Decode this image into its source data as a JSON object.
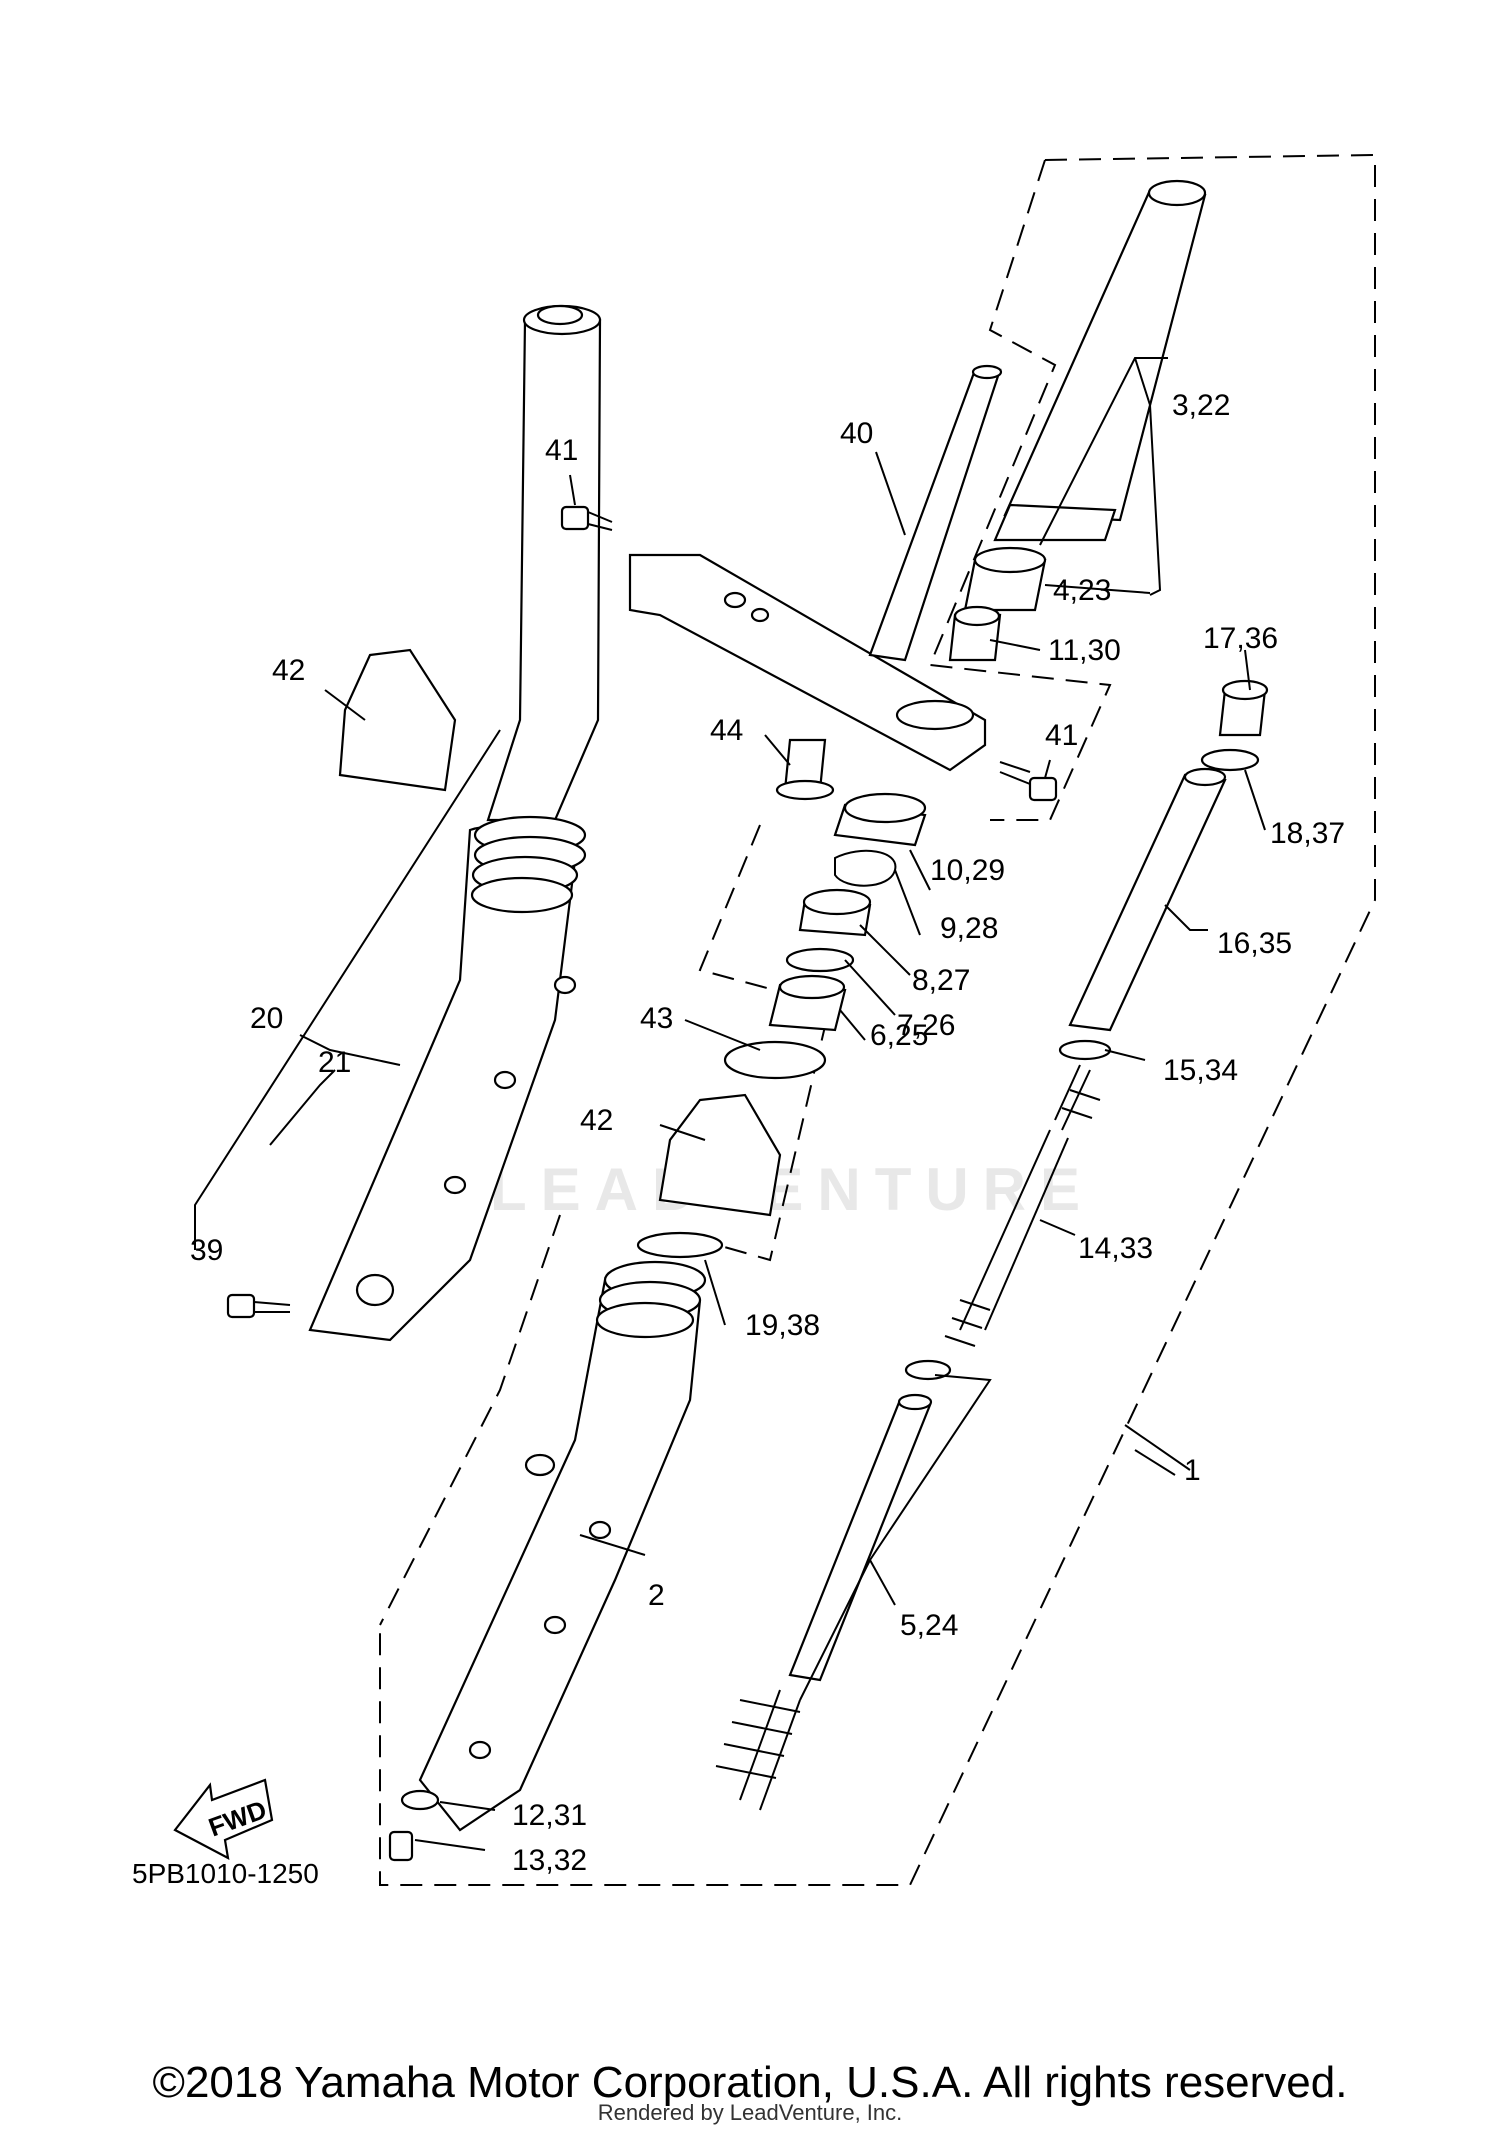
{
  "diagram": {
    "diagram_code": "5PB1010-1250",
    "watermark": "LEADVENTURE",
    "fwd_label": "FWD",
    "callouts": [
      {
        "id": "c1",
        "text": "1"
      },
      {
        "id": "c2",
        "text": "2"
      },
      {
        "id": "c3",
        "text": "3,22"
      },
      {
        "id": "c4",
        "text": "4,23"
      },
      {
        "id": "c5",
        "text": "5,24"
      },
      {
        "id": "c6",
        "text": "6,25"
      },
      {
        "id": "c7",
        "text": "7,26"
      },
      {
        "id": "c8",
        "text": "8,27"
      },
      {
        "id": "c9",
        "text": "9,28"
      },
      {
        "id": "c10",
        "text": "10,29"
      },
      {
        "id": "c11",
        "text": "11,30"
      },
      {
        "id": "c12",
        "text": "12,31"
      },
      {
        "id": "c13",
        "text": "13,32"
      },
      {
        "id": "c14",
        "text": "14,33"
      },
      {
        "id": "c15",
        "text": "15,34"
      },
      {
        "id": "c16",
        "text": "16,35"
      },
      {
        "id": "c17",
        "text": "17,36"
      },
      {
        "id": "c18",
        "text": "18,37"
      },
      {
        "id": "c19",
        "text": "19,38"
      },
      {
        "id": "c20",
        "text": "20"
      },
      {
        "id": "c21",
        "text": "21"
      },
      {
        "id": "c39",
        "text": "39"
      },
      {
        "id": "c40",
        "text": "40"
      },
      {
        "id": "c41a",
        "text": "41"
      },
      {
        "id": "c41b",
        "text": "41"
      },
      {
        "id": "c42a",
        "text": "42"
      },
      {
        "id": "c42b",
        "text": "42"
      },
      {
        "id": "c43",
        "text": "43"
      },
      {
        "id": "c44",
        "text": "44"
      }
    ]
  },
  "footer": {
    "copyright": "©2018 Yamaha Motor Corporation, U.S.A. All rights reserved.",
    "rendered_by": "Rendered by LeadVenture, Inc."
  }
}
